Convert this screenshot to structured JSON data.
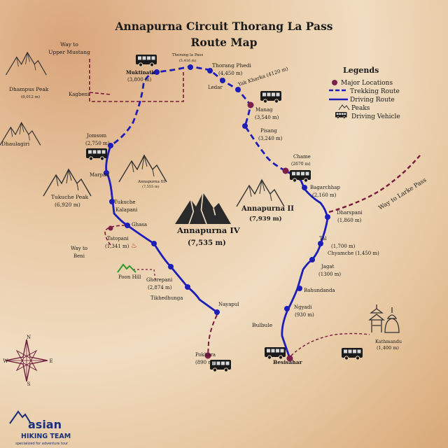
{
  "title_line1": "Annapurna Circuit Thorang La Pass",
  "title_line2": "Route Map",
  "legend": {
    "heading": "Legends",
    "items": [
      "Major Locations",
      "Trekking Route",
      "Driving Route",
      "Peaks",
      "Driving Vehicle"
    ]
  },
  "colors": {
    "route": "#1d1db8",
    "major": "#7a1f4a",
    "trek_dash": "#7a1a3a"
  },
  "places": {
    "upper_mustang": [
      "Way to",
      "Upper Mustang"
    ],
    "thorang_la": [
      "Thorang la Pass",
      "(5,416 m)"
    ],
    "thorang_phedi": [
      "Thorang Phedi",
      "(4,450 m)"
    ],
    "muktinath": [
      "Muktinath",
      "(3,800 m)"
    ],
    "ledar": "Ledar",
    "yak_kharka": "Yak Kharka (4120 m)",
    "kagbeni": "Kagbeni",
    "manang": [
      "Manag",
      "(3,540 m)"
    ],
    "pisang": [
      "Pisang",
      "(3,240 m)"
    ],
    "jomsom": [
      "Jomsom",
      "(2,750 m)"
    ],
    "chame": [
      "Chame",
      "(2670 m)"
    ],
    "marpha": "Marpha",
    "bagarchhap": [
      "Bagarchhap",
      "(2,160 m)"
    ],
    "larke": "Way to Larke Pass",
    "dharapani": [
      "Dharspani",
      "(1,860 m)"
    ],
    "tukuche": "Tukuche",
    "kalapani": "Kalapani",
    "ghasa": "Ghasa",
    "tatopani": [
      "Tatopani",
      "(1,341 m)"
    ],
    "beni": [
      "Way to",
      "Beni"
    ],
    "tal": [
      "Tal",
      "(1,700 m)"
    ],
    "chyamche": "Chyamche (1,450 m)",
    "jagat": [
      "Jagat",
      "(1300 m)"
    ],
    "poon_hill": "Poon Hill",
    "ghorepani": [
      "Ghorepani",
      "(2,874 m)"
    ],
    "bahundanda": "Bahundanda",
    "tikhedhunga": "Tikhedhunga",
    "nayapul": "Nayapul",
    "ngyadi": [
      "Ngyadi",
      "(930 m)"
    ],
    "bulbule": "Bulbule",
    "kathmandu": [
      "Kathmandu",
      "(1,400 m)"
    ],
    "pokhara": [
      "Pokhara",
      "(890 m)"
    ],
    "besisahar": "Besisahar"
  },
  "peaks": {
    "dhampus": [
      "Dhampus Peak",
      "(6,012 m)"
    ],
    "dhaulagiri": "Dhaulagiri",
    "annapurna3": [
      "Annapurna III",
      "(7,555 m)"
    ],
    "tukuche_peak": [
      "Tukuche Peak",
      "(6,920 m)"
    ],
    "annapurna2": [
      "Annapurna II",
      "(7,939 m)"
    ],
    "annapurna4": [
      "Annapurna IV",
      "(7,535 m)"
    ]
  },
  "compass": {
    "n": "N",
    "s": "S",
    "e": "E",
    "w": "W"
  },
  "logo": {
    "name1": "asian",
    "name2": "HIKING TEAM",
    "tagline": "specialized for adventure tour"
  }
}
